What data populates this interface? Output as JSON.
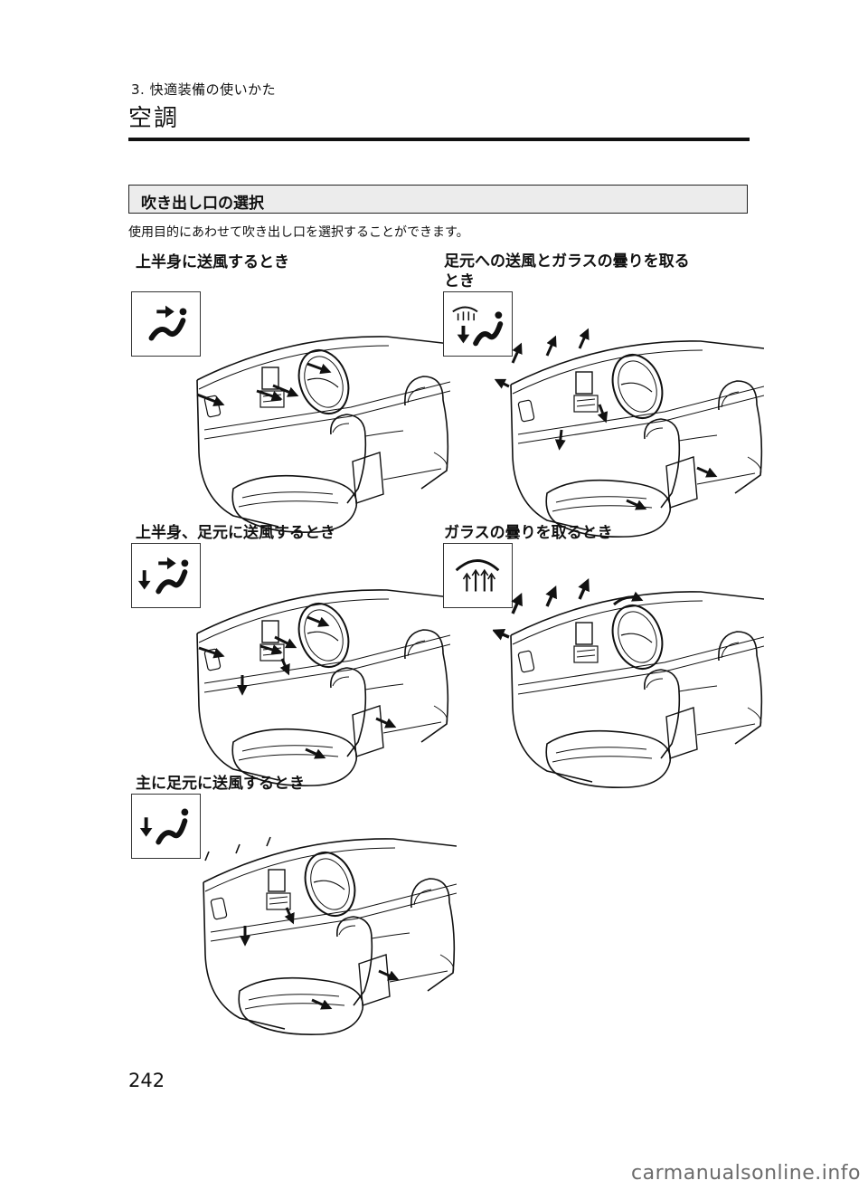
{
  "header": {
    "chapter": "3. 快適装備の使いかた",
    "title": "空調"
  },
  "section": {
    "title": "吹き出し口の選択",
    "intro": "使用目的にあわせて吹き出し口を選択することができます。"
  },
  "modes": [
    {
      "label": "上半身に送風するとき",
      "icon": "face-vent-icon"
    },
    {
      "label": "足元への送風とガラスの曇りを取る\nとき",
      "icon": "foot-defrost-icon"
    },
    {
      "label": "上半身、足元に送風するとき",
      "icon": "bi-level-icon"
    },
    {
      "label": "ガラスの曇りを取るとき",
      "icon": "windshield-defrost-icon"
    },
    {
      "label": "主に足元に送風するとき",
      "icon": "foot-vent-icon"
    }
  ],
  "page_number": "242",
  "watermark": "carmanualsonline.info"
}
